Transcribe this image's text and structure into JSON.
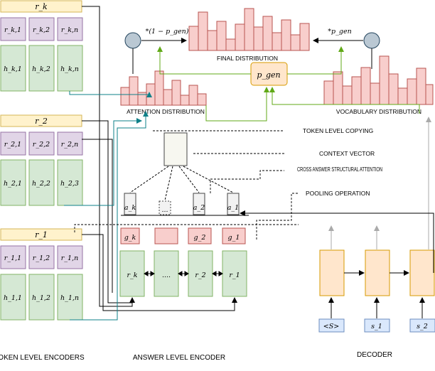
{
  "encoders": {
    "k": {
      "header": "r_k",
      "cells_top": [
        "r_k,1",
        "r_k,2",
        "r_k,n"
      ],
      "cells_bot": [
        "h_k,1",
        "h_k,2",
        "h_k,n"
      ]
    },
    "two": {
      "header": "r_2",
      "cells_top": [
        "r_2,1",
        "r_2,2",
        "r_2,n"
      ],
      "cells_bot": [
        "h_2,1",
        "h_2,2",
        "h_2,3"
      ]
    },
    "one": {
      "header": "r_1",
      "cells_top": [
        "r_1,1",
        "r_1,2",
        "r_1,n"
      ],
      "cells_bot": [
        "h_1,1",
        "h_1,2",
        "h_1,n"
      ]
    }
  },
  "labels": {
    "token_level_encoders": "TOKEN LEVEL ENCODERS",
    "answer_level_encoder": "ANSWER LEVEL ENCODER",
    "decoder": "DECODER",
    "final_distribution": "FINAL DISTRIBUTION",
    "attention_distribution": "ATTENTION DISTRIBUTION",
    "vocabulary_distribution": "VOCABULARY DISTRIBUTION",
    "token_level_copying": "TOKEN LEVEL COPYING",
    "context_vector": "CONTEXT VECTOR",
    "cross_answer_attention": "CROSS ANSWER STRUCTURAL ATTENTION",
    "pooling_operation": "POOLING OPERATION",
    "p_gen": "p_gen",
    "weight_left": "*(1 − p_gen)",
    "weight_right": "*p_gen"
  },
  "answer_level": {
    "g_boxes": [
      "g_k",
      "",
      "g_2",
      "g_1"
    ],
    "a_boxes": [
      "a_k",
      "...",
      "a_2",
      "a_1"
    ],
    "rnn_cells": [
      "r_k",
      "....",
      "r_2",
      "r_1"
    ]
  },
  "decoder_inputs": [
    "<S>",
    "s_1",
    "s_2"
  ],
  "colors": {
    "header_fill": "#fff2cc",
    "header_stroke": "#d6b656",
    "purple_fill": "#e1d5e7",
    "purple_stroke": "#9673a6",
    "green_fill": "#d5e8d4",
    "green_stroke": "#82b366",
    "red_fill": "#f8cecc",
    "red_stroke": "#b85450",
    "orange_fill": "#ffe6cc",
    "orange_stroke": "#d79b00",
    "blue_fill": "#dae8fc",
    "blue_stroke": "#6c8ebf",
    "teal_arrow": "#0e8088",
    "green_arrow": "#60a917"
  }
}
